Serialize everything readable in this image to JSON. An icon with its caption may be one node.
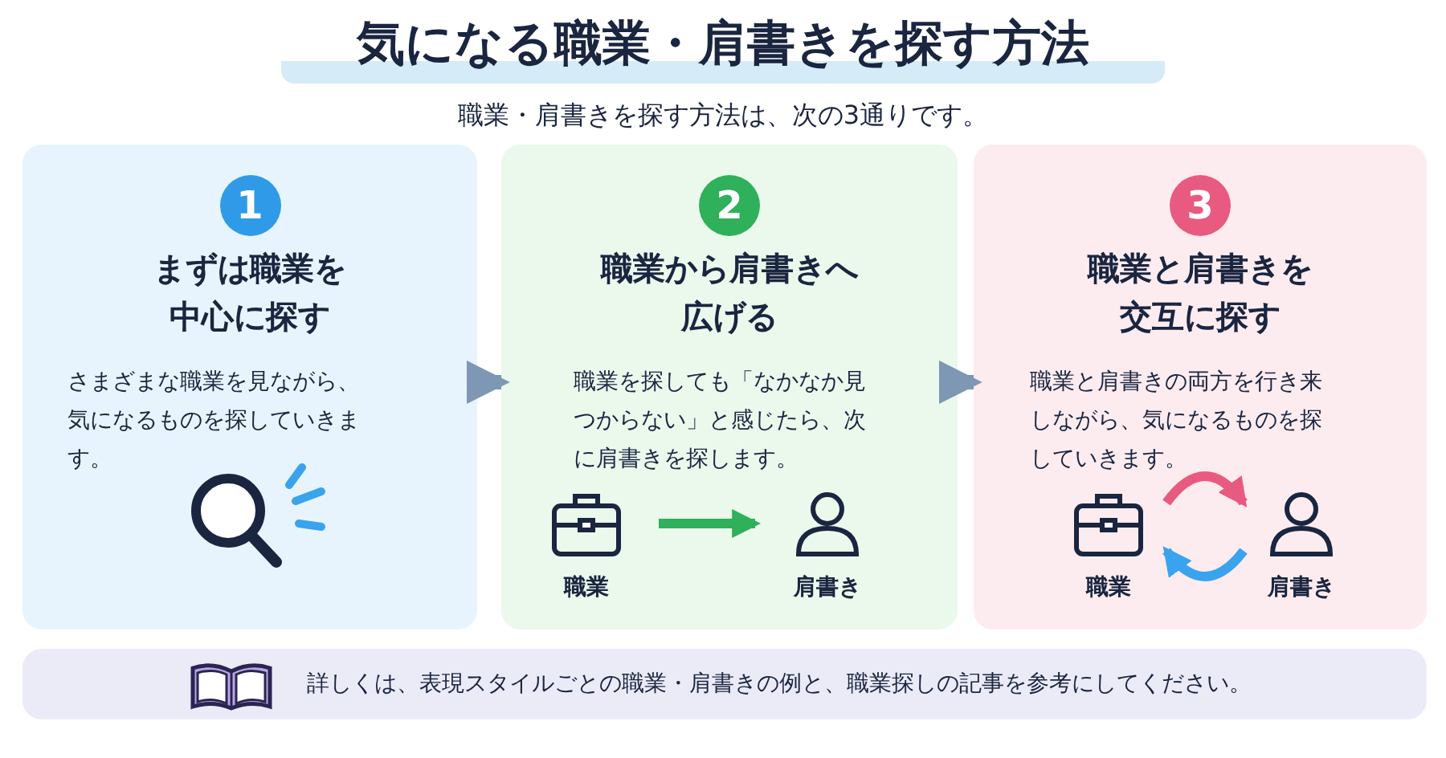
{
  "diagram": {
    "title": "気になる職業・肩書きを探す方法",
    "caption": "職業・肩書きを探す方法は、次の3通りです。",
    "nodes": [
      {
        "text": [
          "1",
          "まずは職業を中心に探す",
          "さまざまな職業を見ながら、気になるものを探していきます。"
        ]
      },
      {
        "text": [
          "2",
          "職業から肩書きへ広げる",
          "職業を探しても「なかなか見つからない」と感じたら、次に肩書きを探します。"
        ]
      },
      {
        "text": [
          "3",
          "職業と肩書きを交互に探す",
          "職業と肩書きの両方を行き来しながら、気になるものを探していきます。"
        ]
      },
      {
        "text": [
          "職業"
        ],
        "in": 1
      },
      {
        "text": [
          "肩書き"
        ],
        "in": 1
      },
      {
        "text": [
          "職業"
        ],
        "in": 2
      },
      {
        "text": [
          "肩書き"
        ],
        "in": 2
      },
      {
        "text": [
          "詳しくは、表現スタイルごとの職業・肩書きの例と、職業探しの記事を参考にしてください。"
        ]
      }
    ],
    "edges": [
      {
        "from": 0,
        "to": 1,
        "arrow": "to"
      },
      {
        "from": 1,
        "to": 2,
        "arrow": "to"
      },
      {
        "from": 3,
        "to": 4,
        "arrow": "to",
        "color": "#2fb05a"
      },
      {
        "from": 5,
        "to": 6,
        "arrow": "to",
        "color": "#e85a80"
      },
      {
        "from": 6,
        "to": 5,
        "arrow": "to",
        "color": "#3aa3ee"
      }
    ]
  }
}
